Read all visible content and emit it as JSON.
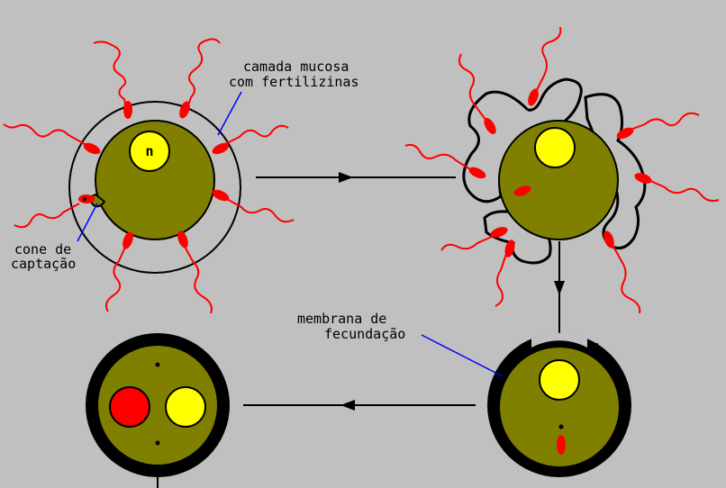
{
  "labels": {
    "mucous_layer": [
      "camada mucosa",
      "com fertilizinas"
    ],
    "uptake_cone": [
      "cone de",
      "captação"
    ],
    "fertilization_membrane": [
      "membrana de",
      "fecundação"
    ],
    "nucleus": "n"
  },
  "colors": {
    "background": "#c0c0c0",
    "cytoplasm": "#808000",
    "nucleus": "#ffff00",
    "sperm": "#ff0000",
    "membrane": "#000000",
    "pointer": "#0000ff"
  }
}
